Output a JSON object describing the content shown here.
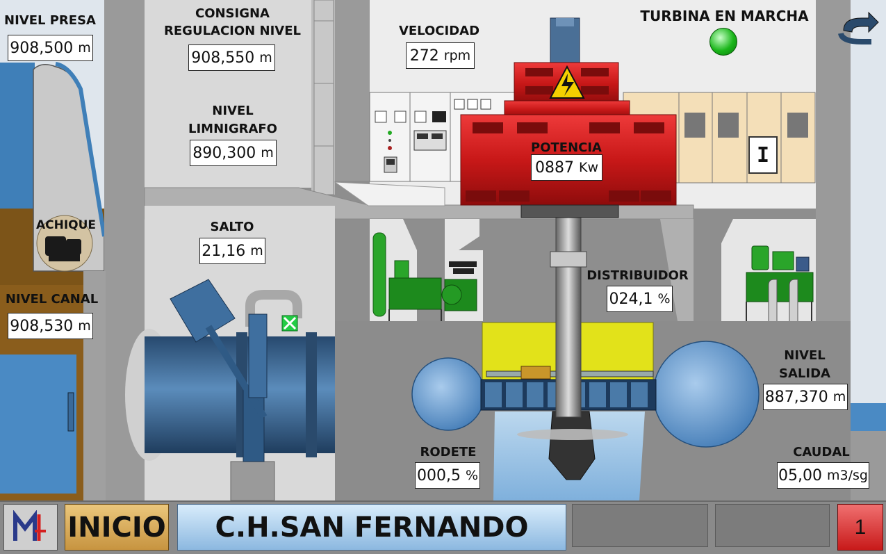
{
  "header": {
    "status_label": "TURBINA EN MARCHA"
  },
  "readouts": {
    "nivel_presa": {
      "label": "NIVEL PRESA",
      "value": "908,500",
      "unit": "m"
    },
    "consigna": {
      "label_line1": "CONSIGNA",
      "label_line2": "REGULACION NIVEL",
      "value": "908,550",
      "unit": "m"
    },
    "velocidad": {
      "label": "VELOCIDAD",
      "value": "272",
      "unit": "rpm"
    },
    "limnigrafo": {
      "label_line1": "NIVEL",
      "label_line2": "LIMNIGRAFO",
      "value": "890,300",
      "unit": "m"
    },
    "potencia": {
      "label": "POTENCIA",
      "value": "0887",
      "unit": "Kw"
    },
    "salto": {
      "label": "SALTO",
      "value": "21,16",
      "unit": "m"
    },
    "distribuidor": {
      "label": "DISTRIBUIDOR",
      "value": "024,1",
      "unit": "%"
    },
    "nivel_canal": {
      "label": "NIVEL CANAL",
      "value": "908,530",
      "unit": "m"
    },
    "nivel_salida": {
      "label_line1": "NIVEL",
      "label_line2": "SALIDA",
      "value": "887,370",
      "unit": "m"
    },
    "rodete": {
      "label": "RODETE",
      "value": "000,5",
      "unit": "%"
    },
    "caudal": {
      "label": "CAUDAL",
      "value": "05,00",
      "unit": "m3/sg"
    }
  },
  "achique": {
    "label": "ACHIQUE"
  },
  "cabinet_switch": {
    "label": "I"
  },
  "footer": {
    "inicio_label": "INICIO",
    "plant_title": "C.H.SAN FERNANDO",
    "page_number": "1"
  },
  "colors": {
    "generator_red": "#d42020",
    "status_green": "#22cc22",
    "pipe_blue": "#3f6f9f",
    "water_blue": "#4a8ac4",
    "footer_title_bg": "#9cc4e8",
    "inicio_bg": "#d9ac58",
    "page_badge_red": "#dd3333"
  }
}
